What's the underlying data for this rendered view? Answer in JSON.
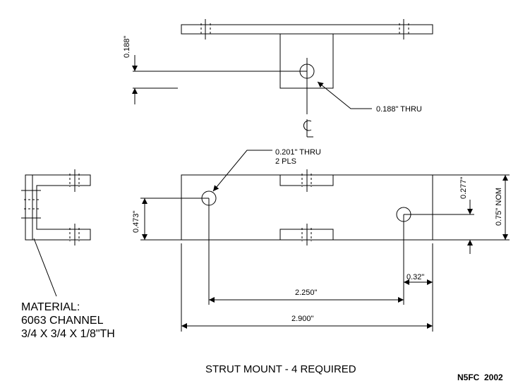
{
  "drawing": {
    "top_view": {
      "dim_thickness": "0.188\"",
      "callout_hole": "0.188\" THRU",
      "centerline_symbol": "CL"
    },
    "front_view": {
      "callout_holes_line1": "0.201\" THRU",
      "callout_holes_line2": "2 PLS",
      "dim_hole_height_left": "0.473\"",
      "dim_hole_from_top_right": "0.277\"",
      "dim_overall_height": "0.75\" NOM",
      "dim_hole_from_right_edge": "0.32\"",
      "dim_hole_spacing": "2.250\"",
      "dim_overall_length": "2.900\""
    },
    "material": {
      "line1": "MATERIAL:",
      "line2": "6063 CHANNEL",
      "line3": "3/4 X 3/4 X 1/8\"TH"
    },
    "title": "STRUT MOUNT - 4 REQUIRED",
    "author": "N5FC  2002"
  }
}
